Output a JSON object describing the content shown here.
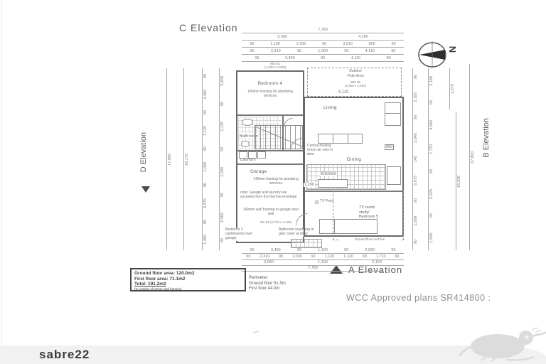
{
  "page": {
    "approval": "WCC Approved plans SR414800 :",
    "watermark_user": "sabre22"
  },
  "elevations": {
    "top": "C Elevation",
    "bottom": "A Elevation",
    "left": "D Elevation",
    "right": "B Elevation",
    "north": "N"
  },
  "rooms": {
    "bedroom4": "Bedroom 4",
    "bathroom": "Bathroom",
    "laundry": "Laundry",
    "garage": "Garage",
    "patio_line1": "Outdoor",
    "patio_line2": "Patio Area",
    "living": "Living",
    "dining": "Dining",
    "kitchen": "Kitchen",
    "tv_line1": "TV room/",
    "tv_line2": "study/",
    "tv_line3": "Bedroom 5"
  },
  "notes": {
    "bedroom4_framing": "140mm framing for plumbing services",
    "garage_framing": "140mm framing for plumbing services",
    "garage_exclusion": "note: Garage and laundry are excluded from the thermal envelope",
    "garage_door_framing": "140mm wall framing to garage door wall",
    "central_heating": "Central heating return air vent in door",
    "tv_point": "TV Point",
    "roof_line": "Ground floor roof line",
    "bedroom3": "Bedroom 3 cantilevered over garage",
    "bathroom_overhang": "Bathroom overhang to give cover at entry"
  },
  "openings": {
    "wd01": "WD-01",
    "wd01_size": "(1,200 x 2,000)",
    "wd02": "WD-02",
    "wd02_size": "(2,340 x 2,400)",
    "gd02": "GD-02",
    "gd02_size": "(2,740 x 2,420)"
  },
  "interior_dims": {
    "living_width": "4,110",
    "sofa": "800",
    "kitchen_left": "1,200"
  },
  "areas": {
    "ground": "Ground floor area: 120.0m2",
    "first": "First floor area: 71.1m2",
    "total": "Total:  191.2m2",
    "note": "(to outside of timber wall framing)"
  },
  "perimeter": {
    "title": "Perimeter:",
    "ground": "Ground floor 51.5m",
    "first": "First floor 44.0m"
  },
  "dims": {
    "top": [
      [
        "7,780"
      ],
      [
        "3,580",
        "4,200"
      ],
      [
        "90",
        "1,100",
        "2,300",
        "90",
        "3,310",
        "800",
        "90"
      ],
      [
        "90",
        "2,310",
        "90",
        "1,000",
        "90",
        "4,110",
        "90"
      ],
      [
        "90",
        "3,400",
        "90",
        "4,110",
        "90"
      ]
    ],
    "bottom": [
      [
        "90",
        "3,400",
        "90",
        "1,100",
        "90",
        "2,920",
        "90"
      ],
      [
        "90",
        "2,310",
        "90",
        "1,000",
        "90",
        "1,100",
        "1,120",
        "90",
        "1,710",
        "90"
      ],
      [
        "3,580",
        "1,100",
        "3,100"
      ],
      [
        "7,780"
      ]
    ],
    "left": [
      [
        "17,800"
      ],
      [
        "16,170"
      ],
      [
        "90",
        "4,400",
        "90",
        "2,135",
        "90",
        "1,000",
        "90",
        "5,575",
        "90",
        "1,400"
      ],
      [
        "3,600",
        "90",
        "2,135",
        "90",
        "1,000",
        "90",
        "6,500",
        "90"
      ]
    ],
    "right": [
      [
        "90",
        "2,180",
        "90",
        "3,845",
        "145",
        "6,675",
        "90",
        "1,600",
        "90"
      ],
      [
        "2,180",
        "90",
        "3,845",
        "1,770",
        "90",
        "5,625",
        "90",
        "1,500"
      ],
      [
        "3,279"
      ],
      [
        "16,536"
      ],
      [
        "17,800"
      ]
    ]
  }
}
